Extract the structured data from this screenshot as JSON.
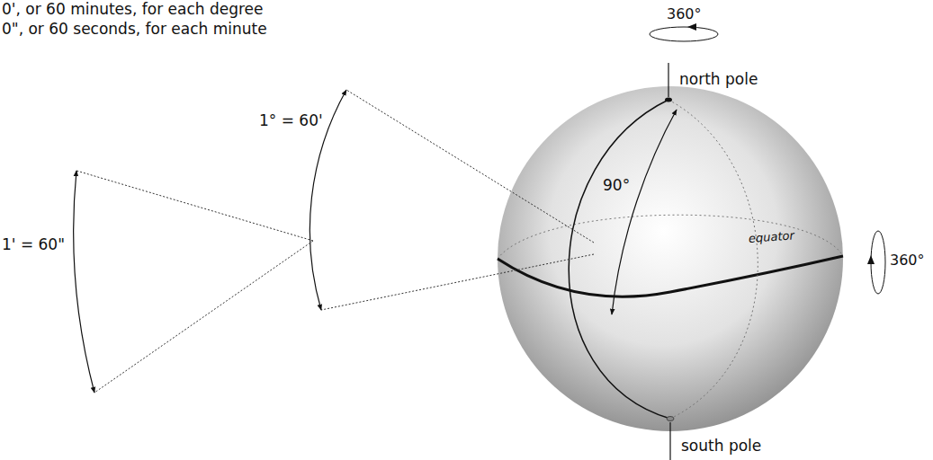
{
  "diagram": {
    "labels": [
      "0', or 60 minutes, for each degree",
      "0\", or 60 seconds, for each minute",
      "360°",
      "north pole",
      "1° = 60'",
      "90°",
      "1' = 60\"",
      "360°",
      "equator",
      "south pole"
    ]
  }
}
